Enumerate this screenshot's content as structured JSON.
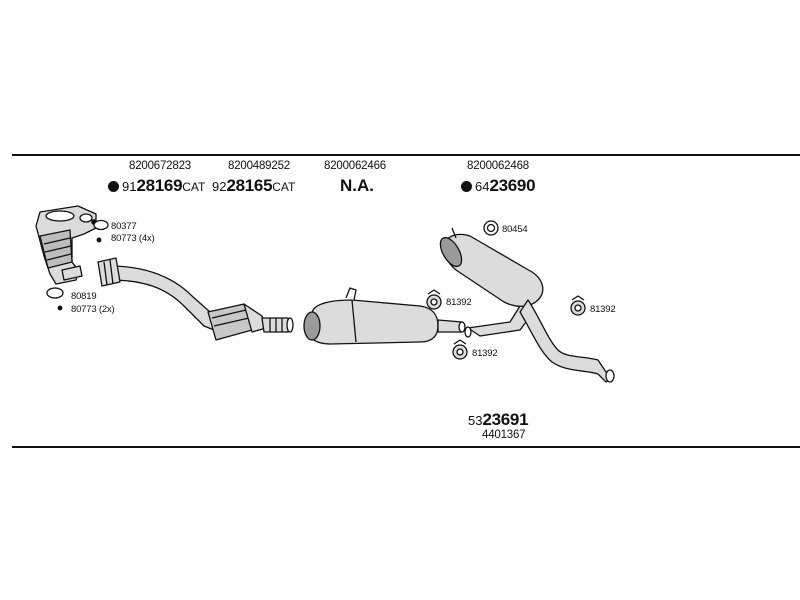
{
  "oe_numbers": {
    "oe1": "8200672823",
    "oe2": "8200489252",
    "oe3": "8200062466",
    "oe4": "8200062468"
  },
  "parts": {
    "p1": {
      "prefix": "91",
      "number": "28169",
      "suffix": "CAT"
    },
    "p2": {
      "prefix": "92",
      "number": "28165",
      "suffix": "CAT"
    },
    "p3": {
      "text": "N.A."
    },
    "p4": {
      "prefix": "64",
      "number": "23690"
    },
    "p5": {
      "prefix": "53",
      "number": "23691"
    },
    "p5_oe": "4401367"
  },
  "callouts": {
    "c1": "80377",
    "c2": "80773 (4x)",
    "c3": "80819",
    "c4": "80773 (2x)",
    "c5": "80454",
    "c6": "81392",
    "c7": "81392",
    "c8": "81392"
  },
  "colors": {
    "line": "#111111",
    "part_fill": "#dcdcdc",
    "shade": "#9a9a9a"
  }
}
